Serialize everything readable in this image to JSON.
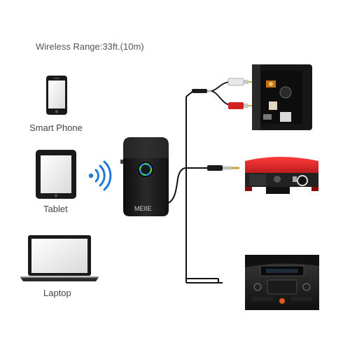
{
  "header": {
    "wireless_range": "Wireless Range:33ft.(10m)"
  },
  "devices": {
    "phone_label": "Smart Phone",
    "tablet_label": "Tablet",
    "laptop_label": "Laptop"
  },
  "receiver": {
    "brand": "MEIIE"
  },
  "icons": {
    "phone": "smartphone-icon",
    "tablet": "tablet-icon",
    "laptop": "laptop-icon",
    "signal": "wireless-signal-icon"
  },
  "colors": {
    "signal_blue": "#1f7ad6",
    "device_red": "#c41414",
    "device_black": "#1b1b1b"
  }
}
